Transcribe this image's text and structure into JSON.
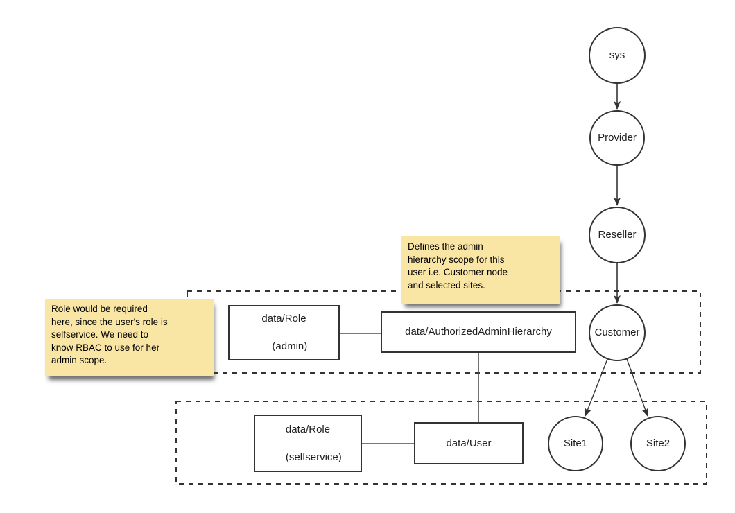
{
  "diagram": {
    "nodes": {
      "sys": "sys",
      "provider": "Provider",
      "reseller": "Reseller",
      "customer": "Customer",
      "site1": "Site1",
      "site2": "Site2"
    },
    "boxes": {
      "role_admin": {
        "line1": "data/Role",
        "line2": "(admin)"
      },
      "authorized_admin_hierarchy": {
        "label": "data/AuthorizedAdminHierarchy"
      },
      "role_selfservice": {
        "line1": "data/Role",
        "line2": "(selfservice)"
      },
      "user": {
        "label": "data/User"
      }
    },
    "notes": {
      "role_note": {
        "lines": [
          "Role would be required",
          "here, since the user's role is",
          "selfservice. We need to",
          "know RBAC to use for her",
          "admin scope."
        ]
      },
      "hierarchy_note": {
        "lines": [
          "Defines the admin",
          "hierarchy scope for this",
          "user i.e. Customer node",
          "and selected sites."
        ]
      }
    },
    "colors": {
      "stroke": "#333333",
      "connector": "#4d4d4d",
      "note_fill": "#fae6a4",
      "background": "#ffffff"
    }
  }
}
